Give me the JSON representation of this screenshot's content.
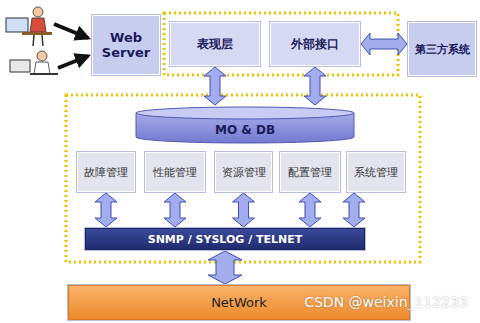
{
  "diagram": {
    "nodes": [
      {
        "text": [
          "Web Server"
        ]
      },
      {
        "text": [
          "表现层"
        ]
      },
      {
        "text": [
          "外部接口"
        ]
      },
      {
        "text": [
          "第三方系统"
        ]
      },
      {
        "text": [
          "MO & DB"
        ]
      },
      {
        "text": [
          "故障管理"
        ]
      },
      {
        "text": [
          "性能管理"
        ]
      },
      {
        "text": [
          "资源管理"
        ]
      },
      {
        "text": [
          "配置管理"
        ]
      },
      {
        "text": [
          "系统管理"
        ]
      },
      {
        "text": [
          "SNMP / SYSLOG / TELNET"
        ]
      },
      {
        "text": [
          "NetWork"
        ]
      }
    ],
    "edges": [
      {
        "from": 1,
        "to": 4,
        "arrow": "both"
      },
      {
        "from": 2,
        "to": 4,
        "arrow": "both"
      },
      {
        "from": 2,
        "to": 3,
        "arrow": "both"
      },
      {
        "from": 5,
        "to": 10,
        "arrow": "both"
      },
      {
        "from": 6,
        "to": 10,
        "arrow": "both"
      },
      {
        "from": 7,
        "to": 10,
        "arrow": "both"
      },
      {
        "from": 8,
        "to": 10,
        "arrow": "both"
      },
      {
        "from": 9,
        "to": 10,
        "arrow": "both"
      },
      {
        "from": 10,
        "to": 11,
        "arrow": "both"
      }
    ],
    "labels": [
      "CSDN @weixin_112233"
    ]
  }
}
